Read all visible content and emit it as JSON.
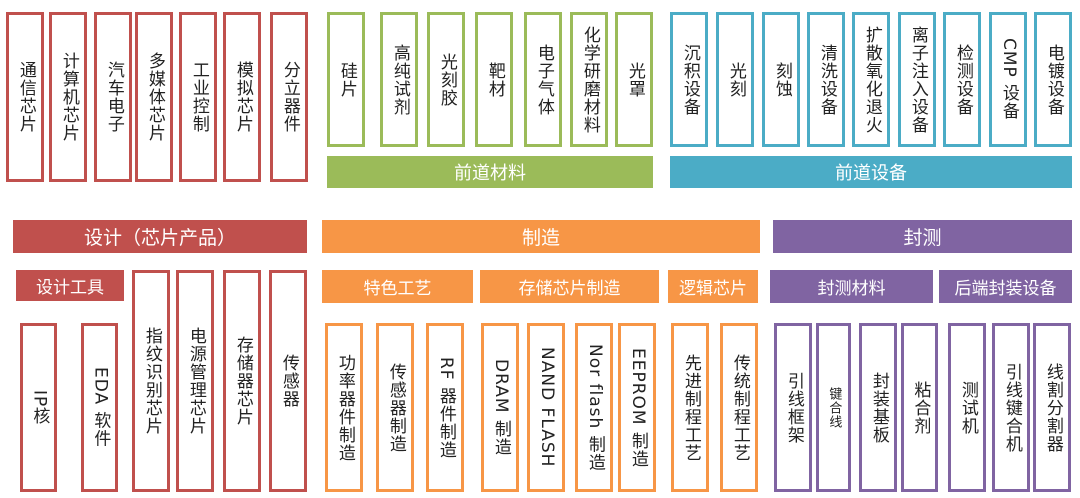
{
  "design": {
    "title": "设计（芯片产品）",
    "products": [
      "通信芯片",
      "计算机芯片",
      "汽车电子",
      "多媒体芯片",
      "工业控制",
      "模拟芯片",
      "分立器件"
    ],
    "tools_label": "设计工具",
    "tools": [
      "IP核",
      "EDA 软件"
    ],
    "chips": [
      "指纹识别芯片",
      "电源管理芯片",
      "存储器芯片",
      "传感器"
    ]
  },
  "front_materials": {
    "title": "前道材料",
    "items": [
      "硅片",
      "高纯试剂",
      "光刻胶",
      "靶材",
      "电子气体",
      "化学研磨材料",
      "光罩"
    ]
  },
  "front_equipment": {
    "title": "前道设备",
    "items": [
      "沉积设备",
      "光刻",
      "刻蚀",
      "清洗设备",
      "扩散氧化退火",
      "离子注入设备",
      "检测设备",
      "CMP 设备",
      "电镀设备"
    ]
  },
  "manufacturing": {
    "title": "制造",
    "special": {
      "title": "特色工艺",
      "items": [
        "功率器件制造",
        "传感器制造",
        "RF 器件制造"
      ]
    },
    "memory": {
      "title": "存储芯片制造",
      "items": [
        "DRAM 制造",
        "NAND FLASH",
        "Nor flash 制造",
        "EEPROM 制造"
      ]
    },
    "logic": {
      "title": "逻辑芯片",
      "items": [
        "先进制程工艺",
        "传统制程工艺"
      ]
    }
  },
  "packaging": {
    "title": "封测",
    "materials": {
      "title": "封测材料",
      "items": [
        "引线框架",
        "键合线",
        "封装基板",
        "粘合剂"
      ]
    },
    "equipment": {
      "title": "后端封装设备",
      "items": [
        "测试机",
        "引线键合机",
        "线割分割器"
      ]
    }
  },
  "colors": {
    "design": "#c0504d",
    "materials": "#9bbb59",
    "equipment": "#4bacc6",
    "manufacturing": "#f79646",
    "packaging": "#8064a2"
  }
}
